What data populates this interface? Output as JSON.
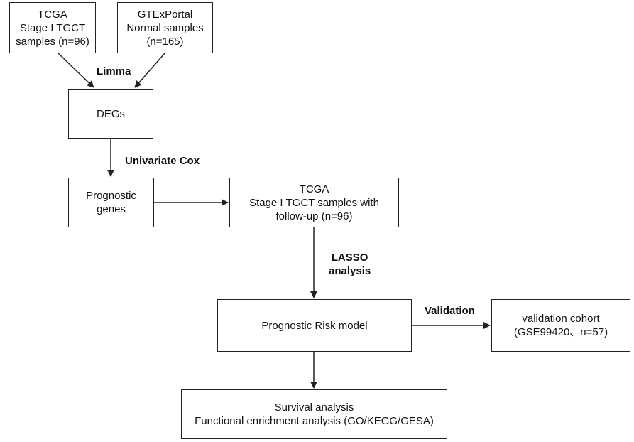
{
  "nodes": {
    "tcga_stage1": [
      "TCGA",
      "Stage I TGCT",
      "samples (n=96)"
    ],
    "gtex": [
      "GTExPortal",
      "Normal samples",
      "(n=165)"
    ],
    "degs": [
      "DEGs"
    ],
    "prognostic_genes": [
      "Prognostic",
      "genes"
    ],
    "tcga_followup": [
      "TCGA",
      "Stage I TGCT samples with",
      "follow-up (n=96)"
    ],
    "risk_model": [
      "Prognostic Risk model"
    ],
    "validation_cohort": [
      "validation cohort",
      "(GSE99420、n=57)"
    ],
    "survival": [
      "Survival analysis",
      "Functional enrichment analysis (GO/KEGG/GESA)"
    ]
  },
  "edge_labels": {
    "limma": [
      "Limma"
    ],
    "univariate_cox": [
      "Univariate Cox"
    ],
    "lasso": [
      "LASSO",
      "analysis"
    ],
    "validation": [
      "Validation"
    ]
  }
}
